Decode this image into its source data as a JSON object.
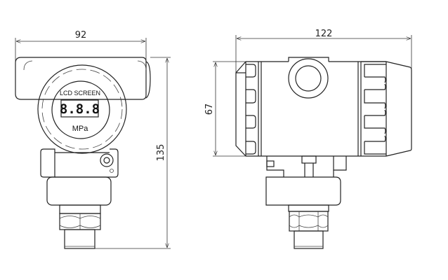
{
  "front_view": {
    "width_dimension": "92",
    "height_dimension": "135",
    "display_label": "LCD SCREEN",
    "display_digits": "8.8.8",
    "unit_label": "MPa"
  },
  "side_view": {
    "length_dimension": "122",
    "housing_height_dimension": "67"
  }
}
